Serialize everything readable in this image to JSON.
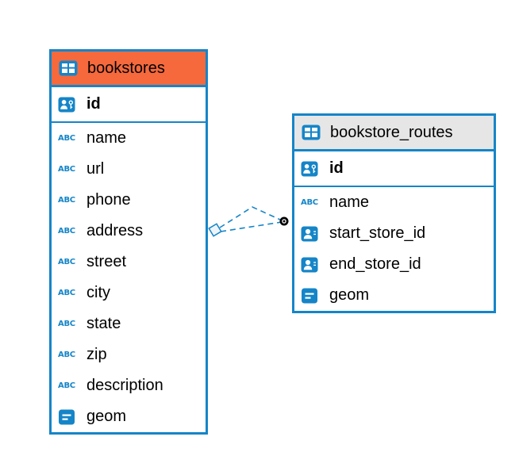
{
  "diagram": {
    "colors": {
      "table_border": "#1585c8",
      "bookstores_header_bg": "#f5693d",
      "routes_header_bg": "#e6e6e6",
      "relation_line": "#1585c8",
      "icon_blue": "#1585c8"
    },
    "tables": {
      "bookstores": {
        "title": "bookstores",
        "pk": {
          "label": "id",
          "type": "primary-key"
        },
        "columns": [
          {
            "label": "name",
            "type": "text"
          },
          {
            "label": "url",
            "type": "text"
          },
          {
            "label": "phone",
            "type": "text"
          },
          {
            "label": "address",
            "type": "text"
          },
          {
            "label": "street",
            "type": "text"
          },
          {
            "label": "city",
            "type": "text"
          },
          {
            "label": "state",
            "type": "text"
          },
          {
            "label": "zip",
            "type": "text"
          },
          {
            "label": "description",
            "type": "text"
          },
          {
            "label": "geom",
            "type": "geometry"
          }
        ]
      },
      "routes": {
        "title": "bookstore_routes",
        "pk": {
          "label": "id",
          "type": "primary-key"
        },
        "columns": [
          {
            "label": "name",
            "type": "text"
          },
          {
            "label": "start_store_id",
            "type": "reference"
          },
          {
            "label": "end_store_id",
            "type": "reference"
          },
          {
            "label": "geom",
            "type": "geometry"
          }
        ]
      }
    },
    "relation": {
      "from_table": "bookstores",
      "to_table": "bookstore_routes",
      "style": "dashed",
      "line_count": 2,
      "from_endpoint": "diamond",
      "to_endpoint": "dot"
    },
    "icon_names": {
      "table": "table-icon",
      "pk": "user-key-icon",
      "text": "text-type-icon",
      "reference": "user-icon",
      "geometry": "geometry-icon"
    }
  }
}
